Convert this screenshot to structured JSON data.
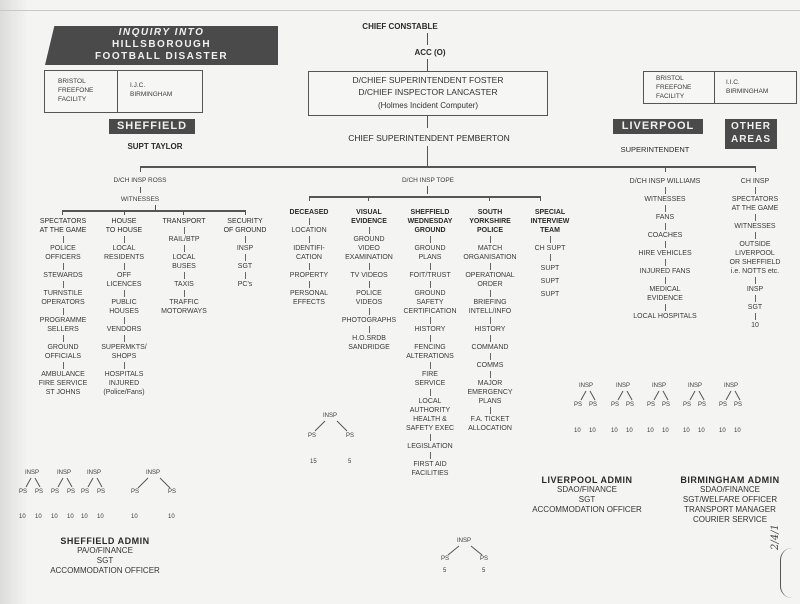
{
  "title": {
    "lines": [
      "INQUIRY INTO",
      "HILLSBOROUGH",
      "FOOTBALL DISASTER"
    ]
  },
  "top": {
    "chief_constable": "CHIEF CONSTABLE",
    "acc": "ACC (O)",
    "center_box": [
      "D/CHIEF SUPERINTENDENT FOSTER",
      "D/CHIEF INSPECTOR LANCASTER",
      "(Holmes Incident Computer)"
    ],
    "pemberton": "CHIEF SUPERINTENDENT PEMBERTON"
  },
  "left_facility": {
    "bristol": "BRISTOL\nFREEFONE\nFACILITY",
    "ijc": "I.J.C.\nBIRMINGHAM"
  },
  "right_facility": {
    "bristol": "BRISTOL\nFREEFONE\nFACILITY",
    "ijc": "I.I.C.\nBIRMINGHAM"
  },
  "areas": {
    "sheffield": "SHEFFIELD",
    "sheffield_lead": "SUPT TAYLOR",
    "liverpool": "LIVERPOOL",
    "liverpool_lead": "SUPERINTENDENT",
    "other": "OTHER\nAREAS"
  },
  "sheffield_branch": {
    "lead": "D/CH INSP ROSS",
    "sub": "WITNESSES",
    "columns": [
      {
        "head": "SPECTATORS\nAT THE GAME",
        "items": [
          "POLICE\nOFFICERS",
          "STEWARDS",
          "TURNSTILE\nOPERATORS",
          "PROGRAMME\nSELLERS",
          "GROUND\nOFFICIALS",
          "AMBULANCE\nFIRE SERVICE\nST JOHNS"
        ]
      },
      {
        "head": "HOUSE\nTO HOUSE",
        "items": [
          "LOCAL\nRESIDENTS",
          "OFF\nLICENCES",
          "PUBLIC\nHOUSES",
          "VENDORS",
          "SUPERMKTS/\nSHOPS",
          "HOSPITALS\nINJURED\n(Police/Fans)"
        ]
      },
      {
        "head": "TRANSPORT",
        "items": [
          "RAIL/BTP",
          "LOCAL\nBUSES",
          "TAXIS",
          "TRAFFIC\nMOTORWAYS"
        ]
      },
      {
        "head": "SECURITY\nOF GROUND",
        "items": [
          "INSP",
          "SGT",
          "PC's"
        ]
      }
    ],
    "teams": [
      {
        "insp": "INSP",
        "ps": [
          "PS",
          "PS"
        ],
        "nums": [
          "10",
          "10"
        ]
      },
      {
        "insp": "INSP",
        "ps": [
          "PS",
          "PS"
        ],
        "nums": [
          "10",
          "10"
        ]
      },
      {
        "insp": "INSP",
        "ps": [
          "PS",
          "PS"
        ],
        "nums": [
          "10",
          "10"
        ]
      },
      {
        "insp": "INSP",
        "ps": [
          "PS",
          "PS"
        ],
        "nums": [
          "10",
          "10"
        ]
      }
    ],
    "admin": {
      "title": "SHEFFIELD ADMIN",
      "lines": [
        "PA/O/FINANCE",
        "SGT",
        "ACCOMMODATION OFFICER"
      ]
    }
  },
  "tope_branch": {
    "lead": "D/CH INSP TOPE",
    "columns": [
      {
        "head": "DECEASED",
        "items": [
          "LOCATION",
          "IDENTIFI-\nCATION",
          "PROPERTY",
          "PERSONAL\nEFFECTS"
        ]
      },
      {
        "head": "VISUAL\nEVIDENCE",
        "items": [
          "GROUND\nVIDEO\nEXAMINATION",
          "TV VIDEOS",
          "POLICE\nVIDEOS",
          "PHOTOGRAPHS",
          "H.O.SRDB\nSANDRIDGE"
        ]
      },
      {
        "head": "SHEFFIELD\nWEDNESDAY\nGROUND",
        "items": [
          "GROUND\nPLANS",
          "FOIT/TRUST",
          "GROUND\nSAFETY\nCERTIFICATION",
          "HISTORY",
          "FENCING\nALTERATIONS",
          "FIRE\nSERVICE",
          "LOCAL\nAUTHORITY\nHEALTH &\nSAFETY EXEC",
          "LEGISLATION",
          "FIRST AID\nFACILITIES"
        ]
      },
      {
        "head": "SOUTH\nYORKSHIRE\nPOLICE",
        "items": [
          "MATCH\nORGANISATION",
          "OPERATIONAL\nORDER",
          "BRIEFING\nINTELL/INFO",
          "HISTORY",
          "COMMAND",
          "COMMS",
          "MAJOR\nEMERGENCY\nPLANS",
          "F.A. TICKET\nALLOCATION"
        ]
      },
      {
        "head": "SPECIAL\nINTERVIEW\nTEAM",
        "items": [
          "CH SUPT",
          "SUPT\nSUPT\nSUPT"
        ]
      }
    ],
    "team_left": {
      "insp": "INSP",
      "ps": [
        "PS",
        "PS"
      ],
      "nums": [
        "15",
        "5"
      ]
    },
    "team_bottom": {
      "insp": "INSP",
      "ps": [
        "PS",
        "PS"
      ],
      "nums": [
        "5",
        "5"
      ]
    }
  },
  "liverpool_branch": {
    "lead": "D/CH INSP WILLIAMS",
    "items": [
      "WITNESSES",
      "FANS",
      "COACHES",
      "HIRE VEHICLES",
      "INJURED FANS",
      "MEDICAL\nEVIDENCE",
      "LOCAL HOSPITALS"
    ],
    "teams": [
      {
        "insp": "INSP",
        "ps": [
          "PS",
          "PS"
        ],
        "nums": [
          "10",
          "10"
        ]
      },
      {
        "insp": "INSP",
        "ps": [
          "PS",
          "PS"
        ],
        "nums": [
          "10",
          "10"
        ]
      },
      {
        "insp": "INSP",
        "ps": [
          "PS",
          "PS"
        ],
        "nums": [
          "10",
          "10"
        ]
      },
      {
        "insp": "INSP",
        "ps": [
          "PS",
          "PS"
        ],
        "nums": [
          "10",
          "10"
        ]
      },
      {
        "insp": "INSP",
        "ps": [
          "PS",
          "PS"
        ],
        "nums": [
          "10",
          "10"
        ]
      }
    ],
    "admin": {
      "title": "LIVERPOOL ADMIN",
      "lines": [
        "SDAO/FINANCE",
        "SGT",
        "ACCOMMODATION OFFICER"
      ]
    }
  },
  "other_branch": {
    "lead": "CH INSP",
    "items": [
      "SPECTATORS\nAT THE GAME",
      "WITNESSES",
      "OUTSIDE\nLIVERPOOL\nOR SHEFFIELD\ni.e. NOTTS etc.",
      "INSP",
      "SGT",
      "10"
    ]
  },
  "birmingham_admin": {
    "title": "BIRMINGHAM ADMIN",
    "lines": [
      "SDAO/FINANCE",
      "SGT/WELFARE OFFICER",
      "TRANSPORT MANAGER",
      "COURIER SERVICE"
    ]
  },
  "margin_note": "2/4/1"
}
